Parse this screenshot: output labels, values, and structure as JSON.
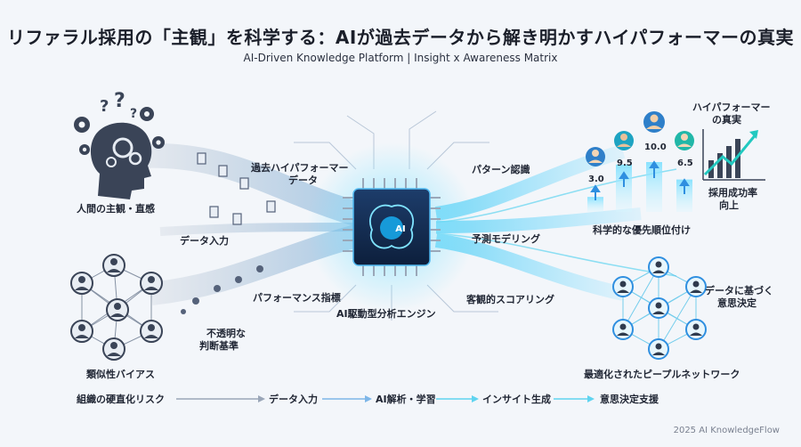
{
  "header": {
    "title": "リファラル採用の「主観」を科学する：AIが過去データから解き明かすハイパフォーマーの真実",
    "subtitle": "AI-Driven Knowledge Platform |  Insight x Awareness Matrix"
  },
  "left": {
    "human_label": "人間の主観・直感",
    "network_label": "類似性バイアス",
    "opaque_label_1": "不透明な",
    "opaque_label_2": "判断基準",
    "data_input_label": "データ入力",
    "past_hp_label_1": "過去ハイパフォーマー",
    "past_hp_label_2": "データ",
    "perf_label": "パフォーマンス指標"
  },
  "center": {
    "chip_text": "AI",
    "engine_label": "AI駆動型分析エンジン"
  },
  "right": {
    "pattern_label": "パターン認識",
    "predict_label": "予測モデリング",
    "scoring_label": "客観的スコアリング",
    "truth_label_1": "ハイパフォーマー",
    "truth_label_2": "の真実",
    "success_label_1": "採用成功率",
    "success_label_2": "向上",
    "priority_label": "科学的な優先順位付け",
    "decision_label_1": "データに基づく",
    "decision_label_2": "意思決定",
    "network_label": "最適化されたピープルネットワーク",
    "scores": [
      "3.0",
      "9.5",
      "10.0",
      "6.5"
    ]
  },
  "flow": {
    "steps": [
      "組織の硬直化リスク",
      "データ入力",
      "AI解析・学習",
      "インサイト生成",
      "意思決定支援"
    ]
  },
  "footer": {
    "text": "2025 AI KnowledgeFlow"
  },
  "colors": {
    "accent": "#2f8fe0",
    "teal": "#22c9c0",
    "dark": "#2f3a4d",
    "cyan": "#5fd4f0"
  }
}
